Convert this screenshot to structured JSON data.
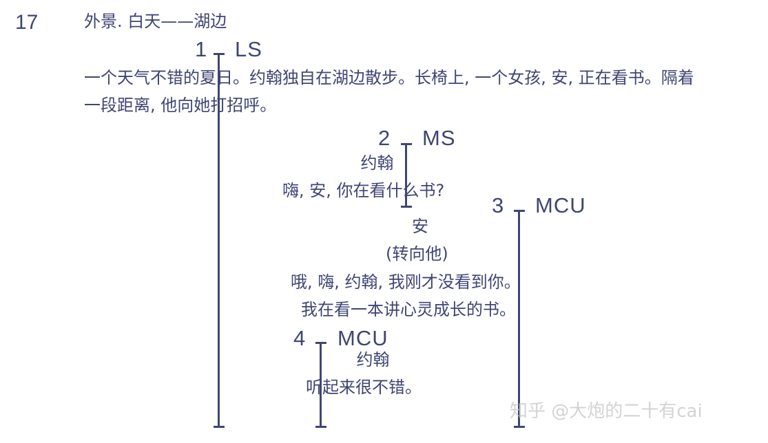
{
  "scene": {
    "number": "17",
    "heading": "外景. 白天——湖边"
  },
  "shots": [
    {
      "number": "1",
      "type": "LS"
    },
    {
      "number": "2",
      "type": "MS"
    },
    {
      "number": "3",
      "type": "MCU"
    },
    {
      "number": "4",
      "type": "MCU"
    }
  ],
  "action": {
    "line1": "一个天气不错的夏日。约翰独自在湖边散步。长椅上, 一个女孩, 安, 正在看书。隔着",
    "line2": "一段距离, 他向她打招呼。"
  },
  "dialogue": [
    {
      "character": "约翰",
      "lines": [
        "嗨, 安, 你在看什么书?"
      ]
    },
    {
      "character": "安",
      "parenthetical": "(转向他)",
      "lines": [
        "哦, 嗨, 约翰, 我刚才没看到你。",
        "我在看一本讲心灵成长的书。"
      ]
    },
    {
      "character": "约翰",
      "lines": [
        "听起来很不错。"
      ]
    }
  ],
  "watermark": "知乎 @大炮的二十有cai",
  "colors": {
    "ink": "#3f4573",
    "watermark": "#d3d3d3",
    "background": "#ffffff"
  }
}
